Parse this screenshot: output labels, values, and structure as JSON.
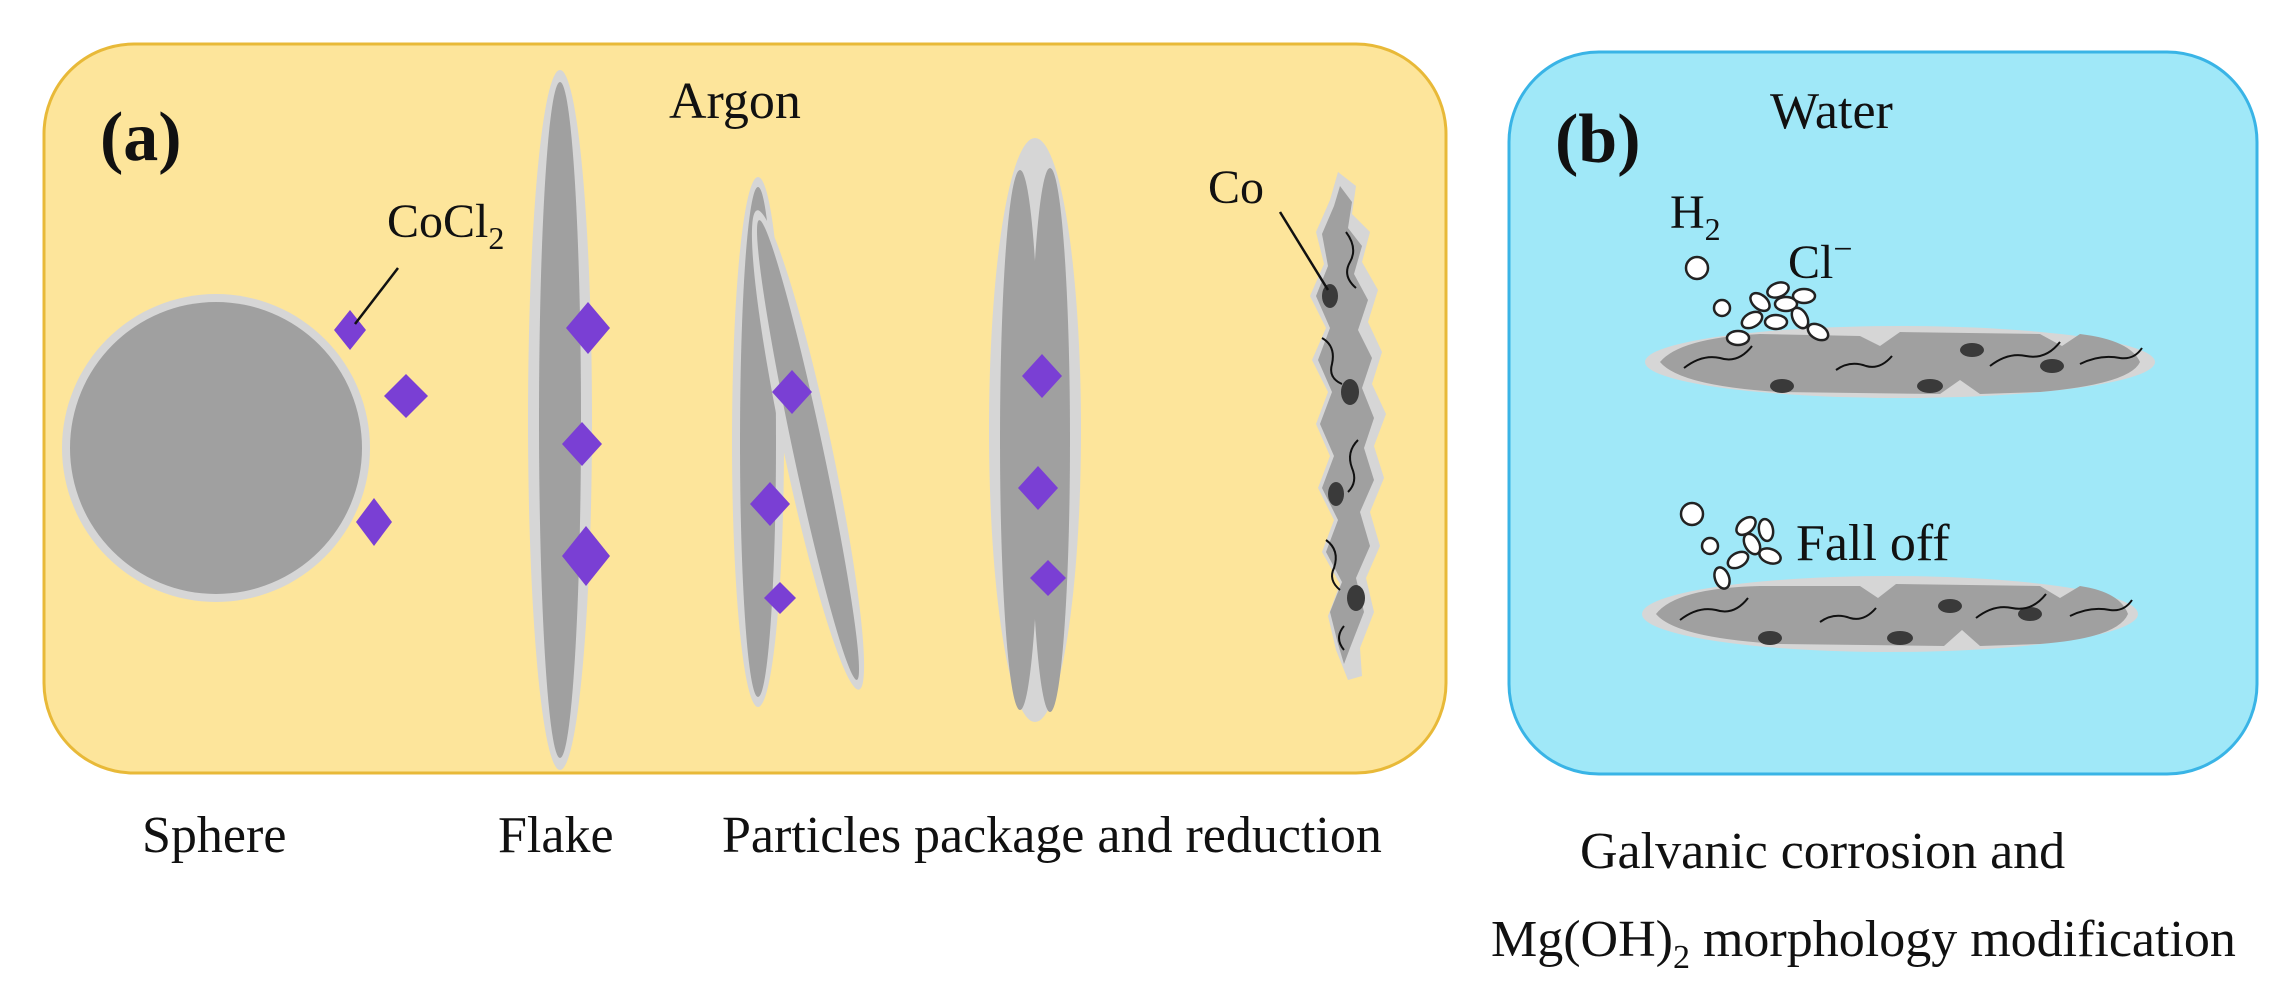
{
  "panel_a": {
    "tag": "(a)",
    "atmosphere": "Argon",
    "cocl2_label": {
      "main": "CoCl",
      "sub": "2"
    },
    "co_label": "Co",
    "fill_color": "#fde59b",
    "border_color": "#e8b938"
  },
  "panel_b": {
    "tag": "(b)",
    "medium": "Water",
    "h2_label": {
      "main": "H",
      "sub": "2"
    },
    "cl_label": {
      "main": "Cl",
      "sup": "−"
    },
    "fall_off_label": "Fall off",
    "fill_color": "#a0e8f8",
    "border_color": "#39b4e6"
  },
  "captions": {
    "sphere": "Sphere",
    "flake": "Flake",
    "package": "Particles package and reduction",
    "b_line1": "Galvanic corrosion and",
    "b_line2_a": "Mg(OH)",
    "b_line2_sub": "2",
    "b_line2_b": " morphology modification"
  },
  "colors": {
    "particle": "#a0a0a0",
    "particle_rim": "#d6d6d6",
    "crystal": "#7a3fd4",
    "co_dot": "#3a3a3a"
  }
}
